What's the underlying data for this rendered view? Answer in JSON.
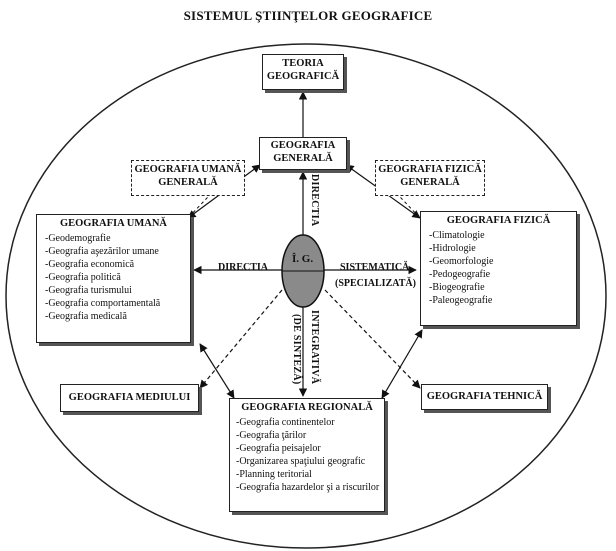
{
  "title": "SISTEMUL ŞTIINŢELOR GEOGRAFICE",
  "teoria": {
    "line1": "TEORIA",
    "line2": "GEOGRAFICĂ"
  },
  "generala": {
    "line1": "GEOGRAFIA",
    "line2": "GENERALĂ"
  },
  "umana_generala": {
    "line1": "GEOGRAFIA UMANĂ",
    "line2": "GENERALĂ"
  },
  "fizica_generala": {
    "line1": "GEOGRAFIA FIZICĂ",
    "line2": "GENERALĂ"
  },
  "umana": {
    "title": "GEOGRAFIA UMANĂ",
    "items": [
      "-Geodemografie",
      "-Geografia aşezărilor umane",
      "-Geografia economică",
      "-Geografia politică",
      "-Geografia turismului",
      "-Geografia comportamentală",
      "-Geografia medicală"
    ]
  },
  "fizica": {
    "title": "GEOGRAFIA FIZICĂ",
    "items": [
      "-Climatologie",
      "-Hidrologie",
      "-Geomorfologie",
      "-Pedogeografie",
      "-Biogeografie",
      "-Paleogeografie"
    ]
  },
  "mediului": "GEOGRAFIA MEDIULUI",
  "tehnica": "GEOGRAFIA TEHNICĂ",
  "regionala": {
    "title": "GEOGRAFIA REGIONALĂ",
    "items": [
      "-Geografia continentelor",
      "-Geografia ţărilor",
      "-Geografia peisajelor",
      "-Organizarea spaţiului geografic",
      "-Planning teritorial",
      "-Geografia hazardelor şi a riscurilor"
    ]
  },
  "center": "Î. G.",
  "labels": {
    "directia_left": "DIRECTIA",
    "sistematica": "SISTEMATICĂ",
    "specializata": "(SPECIALIZATĂ)",
    "directia_vert": "DIRECTIA",
    "integrativa": "INTEGRATIVĂ",
    "de_sinteza": "(DE SINTEZĂ)"
  }
}
